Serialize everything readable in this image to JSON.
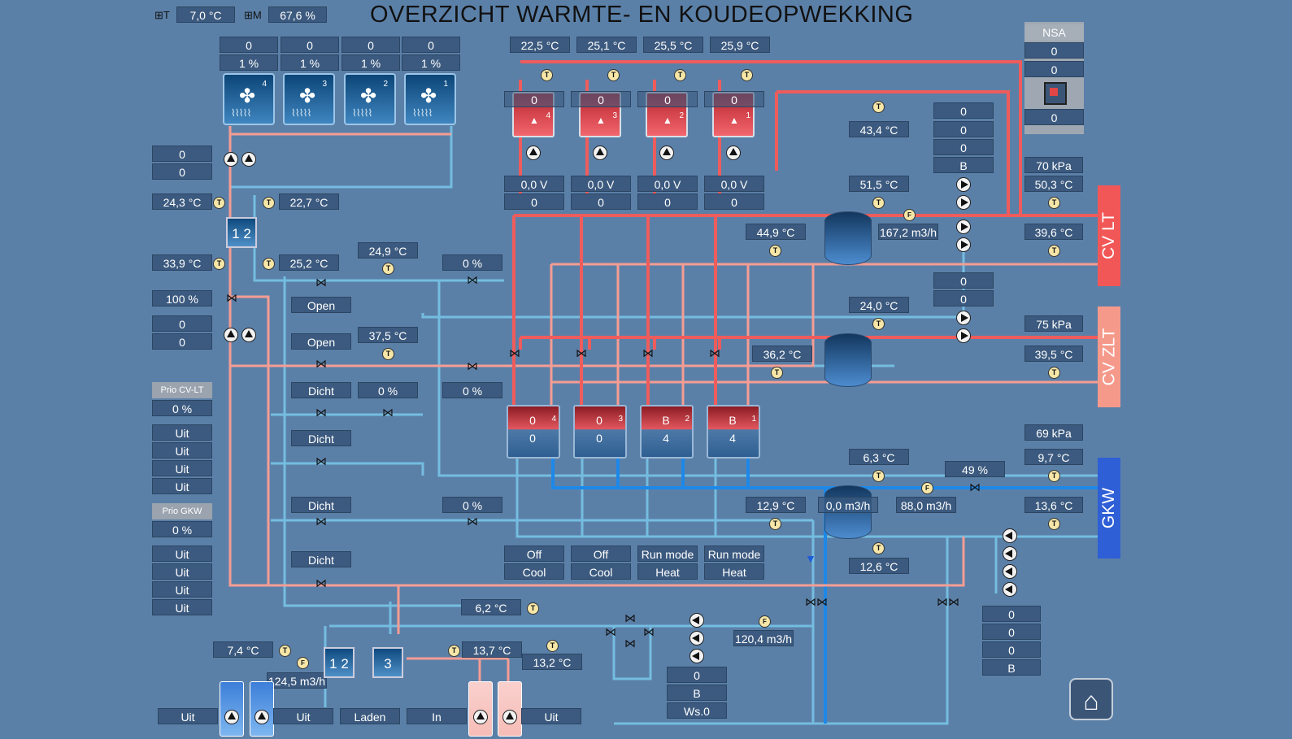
{
  "title": "OVERZICHT WARMTE- EN KOUDEOPWEKKING",
  "outdoor": {
    "temp": "7,0 °C",
    "humidity": "67,6 %"
  },
  "coolers": {
    "values": [
      "0",
      "0",
      "0",
      "0"
    ],
    "percent": [
      "1 %",
      "1 %",
      "1 %",
      "1 %"
    ],
    "numbers": [
      "4",
      "3",
      "2",
      "1"
    ]
  },
  "left": {
    "pump_top": [
      "0",
      "0"
    ],
    "t1": "24,3 °C",
    "t2": "22,7 °C",
    "t3": "33,9 °C",
    "t4": "25,2 °C",
    "valve_pct": "100 %",
    "pump_mid": [
      "0",
      "0"
    ],
    "t5": "24,9 °C",
    "pct1": "0 %",
    "open1": "Open",
    "open2": "Open",
    "t6": "37,5 °C",
    "dicht1": "Dicht",
    "pct2": "0 %",
    "pct3": "0 %",
    "dicht2": "Dicht",
    "dicht3": "Dicht",
    "pct4": "0 %",
    "dicht4": "Dicht"
  },
  "prio_cvlt": {
    "label": "Prio CV-LT",
    "value": "0 %",
    "items": [
      "Uit",
      "Uit",
      "Uit",
      "Uit"
    ]
  },
  "prio_gkw": {
    "label": "Prio GKW",
    "value": "0 %",
    "items": [
      "Uit",
      "Uit",
      "Uit",
      "Uit"
    ]
  },
  "boilers": {
    "temps": [
      "22,5 °C",
      "25,1 °C",
      "25,5 °C",
      "25,9 °C"
    ],
    "values": [
      "0",
      "0",
      "0",
      "0"
    ],
    "numbers": [
      "4",
      "3",
      "2",
      "1"
    ],
    "volts": [
      "0,0 V",
      "0,0 V",
      "0,0 V",
      "0,0 V"
    ],
    "counts": [
      "0",
      "0",
      "0",
      "0"
    ]
  },
  "heatpumps": {
    "top": [
      "0",
      "0",
      "B",
      "B"
    ],
    "bottom": [
      "0",
      "0",
      "4",
      "4"
    ],
    "numbers": [
      "4",
      "3",
      "2",
      "1"
    ],
    "mode": [
      "Off",
      "Off",
      "Run mode",
      "Run mode"
    ],
    "func": [
      "Cool",
      "Cool",
      "Heat",
      "Heat"
    ]
  },
  "cvlt": {
    "label": "CV LT",
    "t_top": "43,4 °C",
    "t_supply": "51,5 °C",
    "flow": "167,2 m3/h",
    "t_tank": "44,9 °C",
    "pressure": "70 kPa",
    "t_out": "50,3 °C",
    "t_ret": "39,6 °C",
    "pump_vals": [
      "0",
      "0",
      "0",
      "B"
    ]
  },
  "cvzlt": {
    "label": "CV ZLT",
    "t_supply": "24,0 °C",
    "t_tank": "36,2 °C",
    "pressure": "75 kPa",
    "t_ret": "39,5 °C",
    "pump_vals": [
      "0",
      "0"
    ]
  },
  "gkw": {
    "label": "GKW",
    "t_supply": "6,3 °C",
    "valve_pct": "49 %",
    "pressure": "69 kPa",
    "t_out": "9,7 °C",
    "t_tank": "12,9 °C",
    "tank_flow": "0,0 m3/h",
    "flow": "88,0 m3/h",
    "t_ret": "13,6 °C",
    "t_low": "12,6 °C",
    "pump_vals": [
      "0",
      "0",
      "0",
      "B"
    ]
  },
  "nsa": {
    "label": "NSA",
    "values": [
      "0",
      "0",
      "0"
    ]
  },
  "bottom": {
    "t_a": "6,2 °C",
    "flow_b": "120,4 m3/h",
    "pump_vals": [
      "0",
      "B",
      "Ws.0"
    ],
    "t_left": "7,4 °C",
    "flow_left": "124,5 m3/h",
    "t_mid": "13,7 °C",
    "t_mid2": "13,2 °C",
    "labels": [
      "Uit",
      "Uit",
      "Laden",
      "In",
      "Uit"
    ]
  },
  "colors": {
    "hot": "#ee5e5e",
    "warm": "#f09a92",
    "cold": "#6ab8dc",
    "gkw": "#1e88e8",
    "cvlt": "#f05454",
    "cvzlt": "#f29a8c",
    "gkwbar": "#2f5fd6"
  }
}
